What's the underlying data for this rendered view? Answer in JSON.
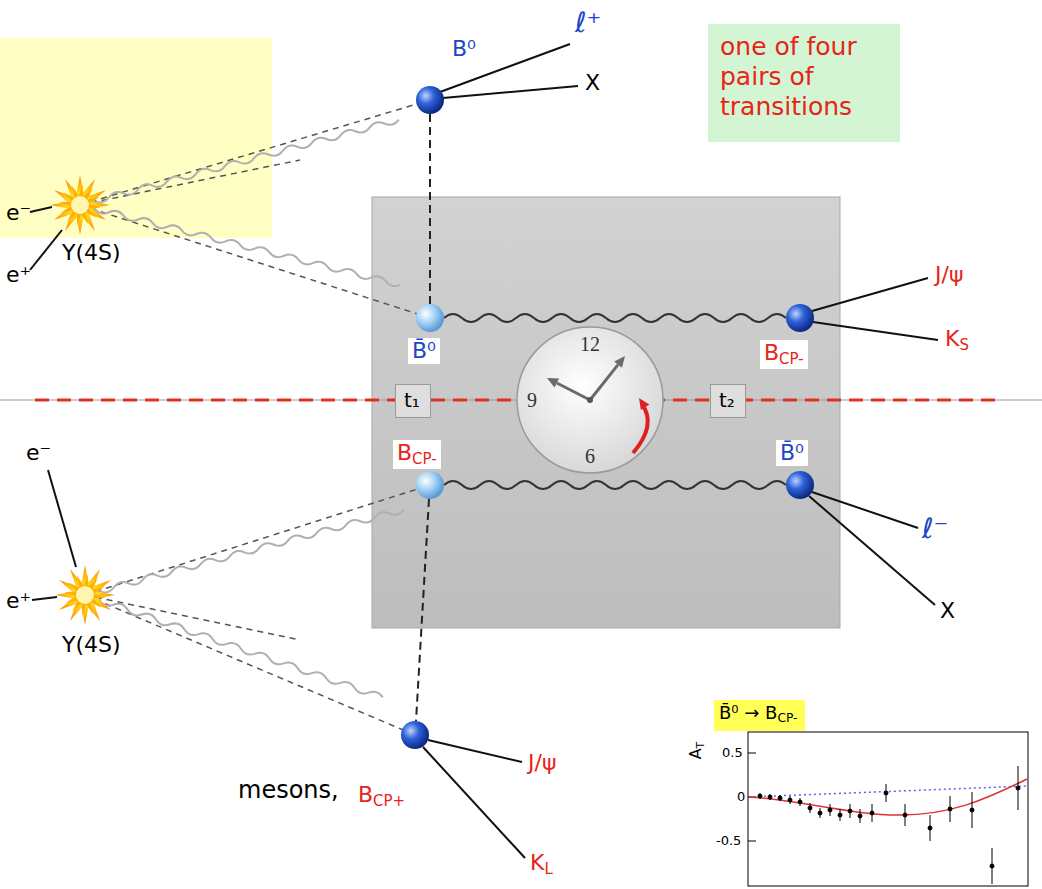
{
  "diagram": {
    "nodes": [
      {
        "text": [
          "one of four pairs of transitions"
        ]
      },
      {
        "text": [
          "t₁"
        ]
      },
      {
        "text": [
          "12",
          "9",
          "6"
        ]
      },
      {
        "text": [
          "t₂"
        ]
      },
      {
        "text": [
          "B̄⁰ → BCP-"
        ]
      }
    ],
    "labels": [
      "ℓ⁺",
      "B⁰",
      "X",
      "e⁻",
      "Υ(4S)",
      "e⁺",
      "B̄⁰",
      "BCP-",
      "J/ψ",
      "KS",
      "BCP-",
      "B̄⁰",
      "ℓ⁻",
      "X",
      "e⁻",
      "Υ(4S)",
      "e⁺",
      "BCP+",
      "J/ψ",
      "KL",
      "mesons,",
      "AT",
      "0.5",
      "0",
      "-0.5"
    ]
  }
}
